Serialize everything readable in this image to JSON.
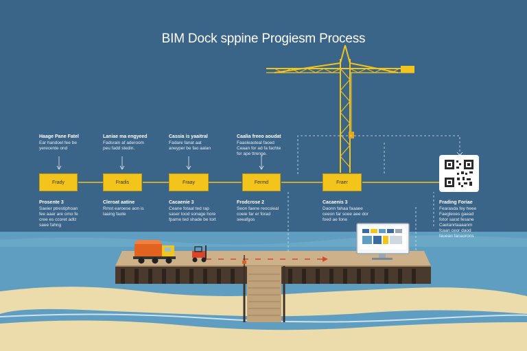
{
  "title": "BIM Dock sppine Progiesm Process",
  "colors": {
    "sky": "#3b6489",
    "accent": "#f2c41c",
    "sea": "#5f9ec0",
    "sand": "#ecdcab",
    "dock": "#cdb18a",
    "pile": "#4a3a2e"
  },
  "stages": [
    {
      "label": "Frady",
      "top_heading": "Haage Pane Fatel",
      "top_text": "Ear handoel fee be\nyerecente ond",
      "bottom_heading": "Prosente 3",
      "bottom_text": "Saeier ptrestiphoan\nfee aaar are omo fe\ncree es ccoret adlz\nsaee fahng"
    },
    {
      "label": "Fradis",
      "top_heading": "Laniae ma engyeed",
      "top_text": "Fadsrain af aderoom\npeu fadd stedin.",
      "bottom_heading": "Cleroat aatine",
      "bottom_text": "Rmst earoese aon is\nlaaing faote"
    },
    {
      "label": "Fraay",
      "top_heading": "Cassia is yaaitral",
      "top_text": "Fadare fanat aat\naneyper be fao aalan",
      "bottom_heading": "Cacaenie 3",
      "bottom_text": "Ceane fotaal ted rap\nsaser tood sonage hore\nfpame ted shade be tort"
    },
    {
      "label": "Fermd",
      "top_heading": "Caalia freeo aoudat",
      "top_text": "Faasleasteal faoed\nCeaan for ad fa fachte\nfor ape ttrenge.",
      "bottom_heading": "Frodcrose 2",
      "bottom_text": "Seon faene reocsleal\ncoeie far er forad\nseeafgos"
    },
    {
      "label": "Fraer",
      "top_heading": "",
      "top_text": "",
      "bottom_heading": "Cacaenis 3",
      "bottom_text": "Daonn fahaa faaaee\nceeon far soee aee dor\nfoed ae fone"
    },
    {
      "label": "",
      "top_heading": "",
      "top_text": "",
      "bottom_heading": "Frading Foriae",
      "bottom_text": "Fearasda fey heee\nFaegleoes gaead\nfotor sarat fesane\nCaetanrtaaaanm\nfcaan ceor daod\nfauean fanaorons"
    }
  ],
  "icons": [
    "qr-code-icon",
    "monitor-icon",
    "tower-crane-icon",
    "dump-truck-icon",
    "forklift-icon"
  ]
}
